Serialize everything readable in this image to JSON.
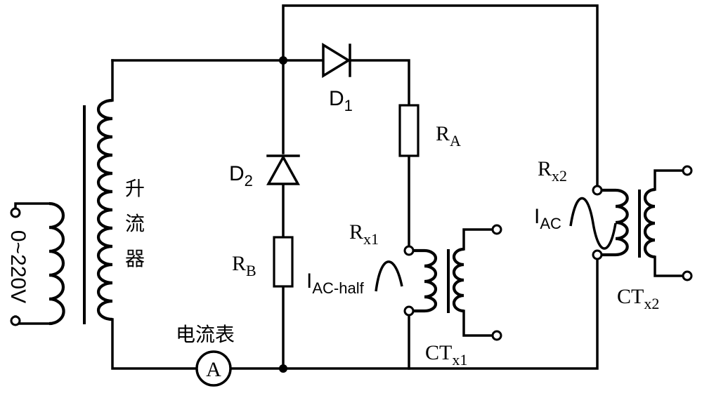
{
  "labels": {
    "source_voltage": "0~220V",
    "transformer": [
      "升",
      "流",
      "器"
    ],
    "ammeter_caption": "电流表",
    "ammeter_symbol": "A",
    "d1": {
      "main": "D",
      "sub": "1"
    },
    "d2": {
      "main": "D",
      "sub": "2"
    },
    "ra": {
      "main": "R",
      "sub": "A"
    },
    "rb": {
      "main": "R",
      "sub": "B"
    },
    "rx1": {
      "main": "R",
      "sub": "x1"
    },
    "rx2": {
      "main": "R",
      "sub": "x2"
    },
    "iac_half": {
      "main": "I",
      "sub": "AC-half"
    },
    "iac": {
      "main": "I",
      "sub": "AC"
    },
    "ctx1": {
      "main": "CT",
      "sub": "x1"
    },
    "ctx2": {
      "main": "CT",
      "sub": "x2"
    }
  }
}
